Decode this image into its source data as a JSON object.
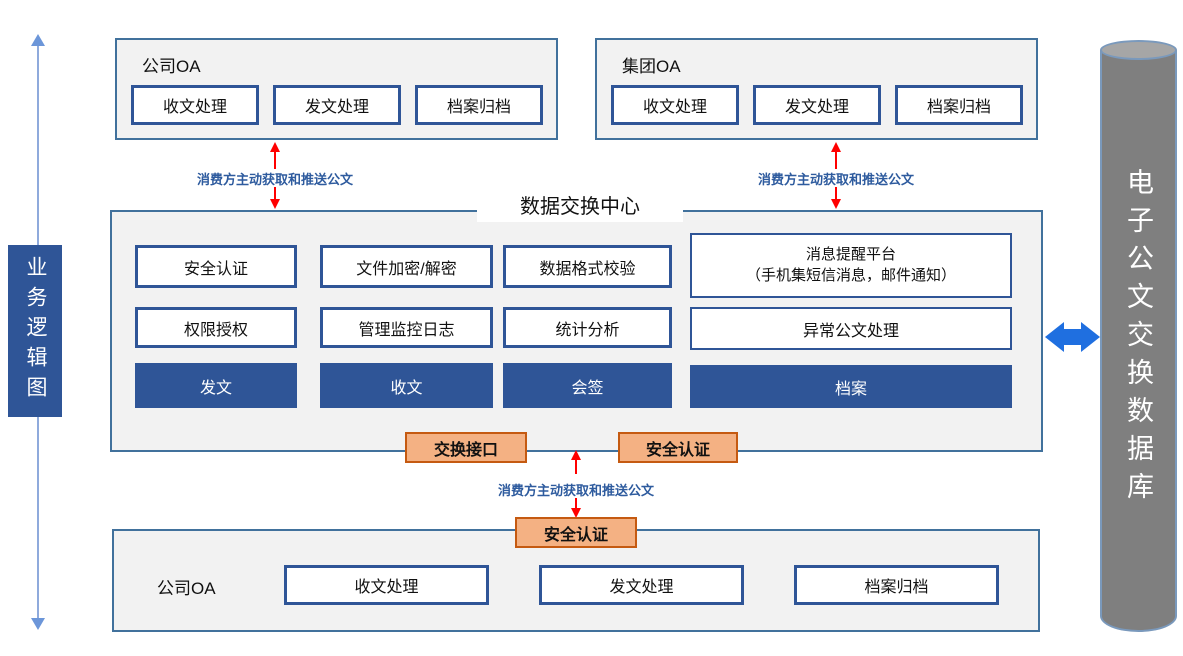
{
  "diagram": {
    "side_label": "业务逻辑图",
    "database_label": "电子公文交换数据库",
    "flow_label": "消费方主动获取和推送公文",
    "top_left": {
      "title": "公司OA",
      "buttons": [
        "收文处理",
        "发文处理",
        "档案归档"
      ]
    },
    "top_right": {
      "title": "集团OA",
      "buttons": [
        "收文处理",
        "发文处理",
        "档案归档"
      ]
    },
    "center": {
      "title": "数据交换中心",
      "row1": [
        "安全认证",
        "文件加密/解密",
        "数据格式校验"
      ],
      "message_platform": {
        "line1": "消息提醒平台",
        "line2": "（手机集短信消息，邮件通知）"
      },
      "row2": [
        "权限授权",
        "管理监控日志",
        "统计分析",
        "异常公文处理"
      ],
      "channels": [
        "发文",
        "收文",
        "会签",
        "档案"
      ]
    },
    "tags": {
      "exchange_interface": "交换接口",
      "security_auth_top": "安全认证",
      "security_auth_bottom": "安全认证"
    },
    "bottom": {
      "title": "公司OA",
      "buttons": [
        "收文处理",
        "发文处理",
        "档案归档"
      ]
    }
  },
  "colors": {
    "primary_blue": "#2F5597",
    "panel_border_blue": "#41719C",
    "panel_fill": "#F2F2F2",
    "axis_line_blue": "#8FAADC",
    "flow_label_blue": "#2E5B9E",
    "arrow_red": "#FF0000",
    "orange_fill": "#F4B183",
    "orange_border": "#C55A11",
    "db_gray": "#7F7F7F",
    "h_arrow_blue": "#1F6FE0"
  }
}
